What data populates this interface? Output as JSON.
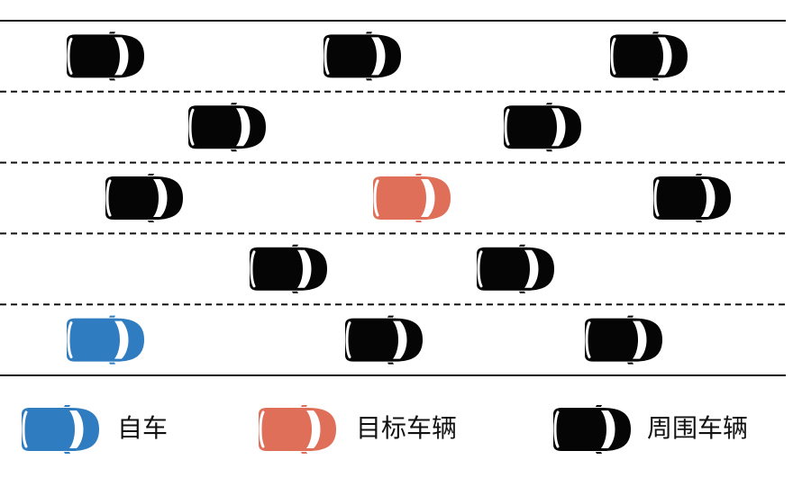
{
  "colors": {
    "ego": "#2f7cc0",
    "target": "#df6f58",
    "surrounding": "#050505",
    "window": "#ffffff",
    "line": "#111111"
  },
  "icons": {
    "vehicle": "car-top-view-icon"
  },
  "road": {
    "lanes": 5,
    "lanes_vehicles": [
      [
        {
          "type": "surrounding"
        },
        {
          "type": "surrounding"
        },
        {
          "type": "surrounding"
        }
      ],
      [
        {
          "type": "surrounding"
        },
        {
          "type": "surrounding"
        }
      ],
      [
        {
          "type": "surrounding"
        },
        {
          "type": "target"
        },
        {
          "type": "surrounding"
        }
      ],
      [
        {
          "type": "surrounding"
        },
        {
          "type": "surrounding"
        }
      ],
      [
        {
          "type": "ego"
        },
        {
          "type": "surrounding"
        },
        {
          "type": "surrounding"
        }
      ]
    ]
  },
  "legend": {
    "ego": "自车",
    "target": "目标车辆",
    "surrounding": "周围车辆"
  }
}
